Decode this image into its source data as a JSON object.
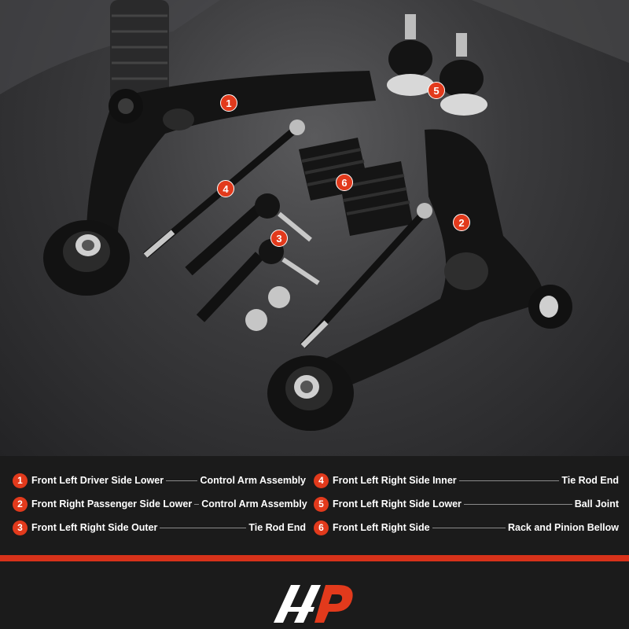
{
  "callouts": [
    "1",
    "2",
    "3",
    "4",
    "5",
    "6"
  ],
  "legend": [
    {
      "num": "1",
      "label": "Front Left Driver Side Lower",
      "tail": "Control Arm Assembly"
    },
    {
      "num": "2",
      "label": "Front Right Passenger Side Lower",
      "tail": "Control Arm Assembly"
    },
    {
      "num": "3",
      "label": "Front Left Right Side Outer",
      "tail": "Tie Rod End"
    },
    {
      "num": "4",
      "label": "Front Left Right Side Inner",
      "tail": "Tie Rod End"
    },
    {
      "num": "5",
      "label": "Front Left Right Side Lower",
      "tail": "Ball Joint"
    },
    {
      "num": "6",
      "label": "Front Left Right Side",
      "tail": "Rack and Pinion Bellow"
    }
  ],
  "colors": {
    "accent": "#e23a1c",
    "stripe": "#d8321a",
    "background": "#1b1b1b"
  },
  "icons": {
    "logo": "brand-logo-icon"
  }
}
